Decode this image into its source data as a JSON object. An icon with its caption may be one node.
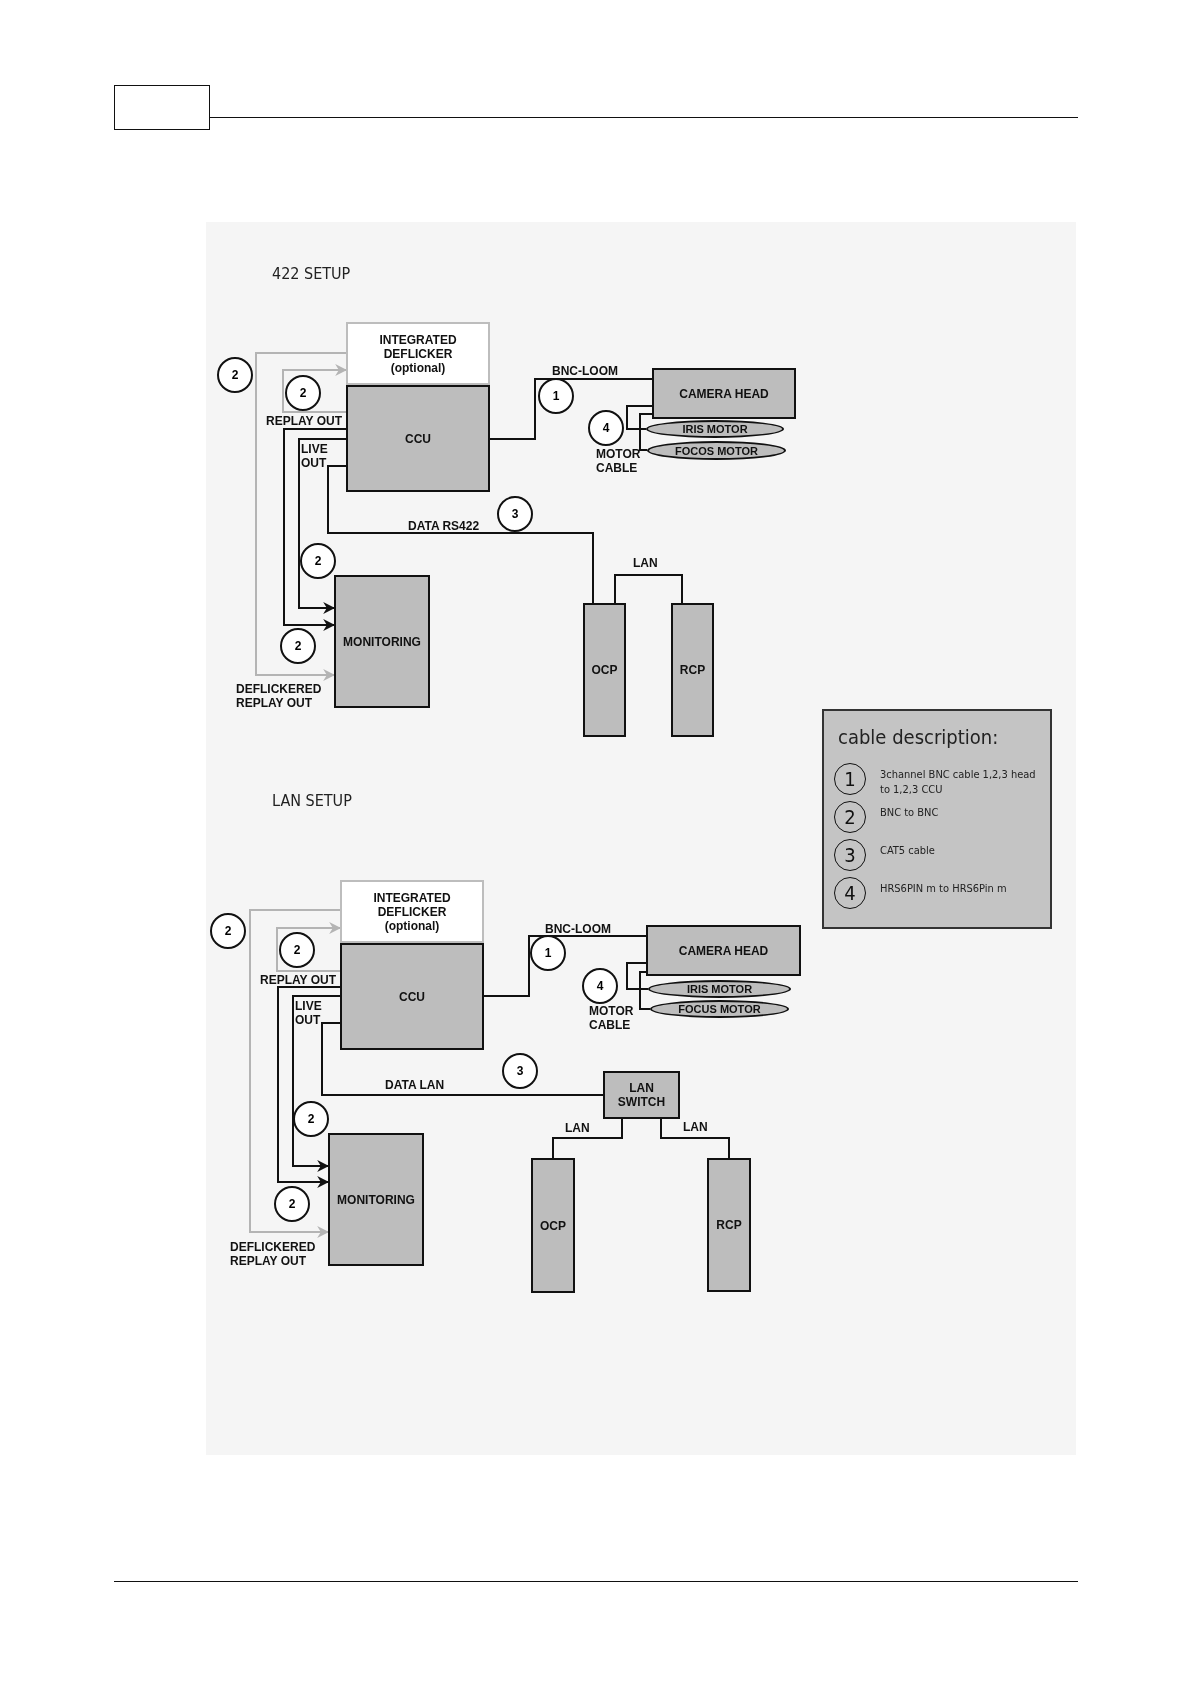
{
  "diagram": {
    "nodes": [
      {
        "text": [
          "INTEGRATED DEFLICKER (optional)"
        ]
      },
      {
        "text": [
          "CCU"
        ]
      },
      {
        "text": [
          "CAMERA HEAD"
        ]
      },
      {
        "text": [
          "IRIS MOTOR"
        ]
      },
      {
        "text": [
          "FOCOS MOTOR"
        ]
      },
      {
        "text": [
          "MONITORING"
        ]
      },
      {
        "text": [
          "OCP"
        ]
      },
      {
        "text": [
          "RCP"
        ]
      },
      {
        "text": [
          "cable description:",
          "1",
          "3channel BNC cable 1,2,3 head to 1,2,3 CCU",
          "2",
          "BNC to BNC",
          "3",
          "CAT5 cable",
          "4",
          "HRS6PIN m to HRS6Pin m"
        ]
      },
      {
        "text": [
          "INTEGRATED DEFLICKER (optional)"
        ]
      },
      {
        "text": [
          "CCU"
        ]
      },
      {
        "text": [
          "CAMERA HEAD"
        ]
      },
      {
        "text": [
          "IRIS MOTOR"
        ]
      },
      {
        "text": [
          "FOCUS MOTOR"
        ]
      },
      {
        "text": [
          "LAN SWITCH"
        ]
      },
      {
        "text": [
          "MONITORING"
        ]
      },
      {
        "text": [
          "OCP"
        ]
      },
      {
        "text": [
          "RCP"
        ]
      }
    ],
    "edges": [
      {
        "from": 1,
        "to": 0,
        "arrow": "to",
        "color": "#b4b4b4"
      },
      {
        "from": 0,
        "to": 5,
        "arrow": "to",
        "color": "#b4b4b4",
        "label": "DEFLICKERED REPLAY OUT"
      },
      {
        "from": 1,
        "to": 5,
        "arrow": "to",
        "label": "REPLAY OUT"
      },
      {
        "from": 1,
        "to": 5,
        "arrow": "to",
        "label": "LIVE OUT"
      },
      {
        "from": 1,
        "to": 6,
        "arrow": "none",
        "label": "DATA RS422"
      },
      {
        "from": 1,
        "to": 2,
        "arrow": "none",
        "label": "BNC-LOOM"
      },
      {
        "from": 2,
        "to": 3,
        "arrow": "none"
      },
      {
        "from": 2,
        "to": 4,
        "arrow": "none"
      },
      {
        "from": 6,
        "to": 7,
        "arrow": "none",
        "label": "LAN"
      },
      {
        "from": 10,
        "to": 9,
        "arrow": "to",
        "color": "#b4b4b4"
      },
      {
        "from": 9,
        "to": 15,
        "arrow": "to",
        "color": "#b4b4b4",
        "label": "DEFLICKERED REPLAY OUT"
      },
      {
        "from": 10,
        "to": 15,
        "arrow": "to",
        "label": "REPLAY OUT"
      },
      {
        "from": 10,
        "to": 15,
        "arrow": "to",
        "label": "LIVE OUT"
      },
      {
        "from": 10,
        "to": 14,
        "arrow": "none",
        "label": "DATA LAN"
      },
      {
        "from": 10,
        "to": 11,
        "arrow": "none",
        "label": "BNC-LOOM"
      },
      {
        "from": 11,
        "to": 12,
        "arrow": "none"
      },
      {
        "from": 11,
        "to": 13,
        "arrow": "none"
      },
      {
        "from": 14,
        "to": 16,
        "arrow": "none",
        "label": "LAN"
      },
      {
        "from": 14,
        "to": 17,
        "arrow": "none",
        "label": "LAN"
      }
    ],
    "labels": [
      "422 SETUP",
      "2",
      "2",
      "1",
      "4",
      "MOTOR CABLE",
      "3",
      "2",
      "2",
      "LAN SETUP",
      "2",
      "2",
      "1",
      "4",
      "MOTOR CABLE",
      "3",
      "2",
      "2"
    ]
  }
}
